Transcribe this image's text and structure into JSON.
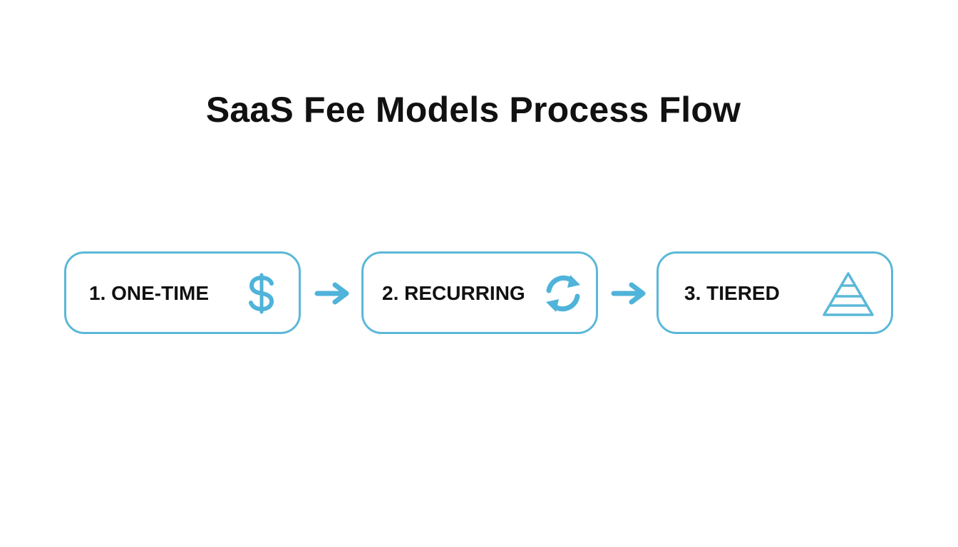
{
  "title": "SaaS Fee Models Process Flow",
  "accent_color": "#5bb8d8",
  "steps": [
    {
      "label": "1. ONE-TIME",
      "icon": "dollar-icon"
    },
    {
      "label": "2. RECURRING",
      "icon": "cycle-arrows-icon"
    },
    {
      "label": "3. TIERED",
      "icon": "pyramid-icon"
    }
  ],
  "connectors": [
    "arrow-right-icon",
    "arrow-right-icon"
  ]
}
